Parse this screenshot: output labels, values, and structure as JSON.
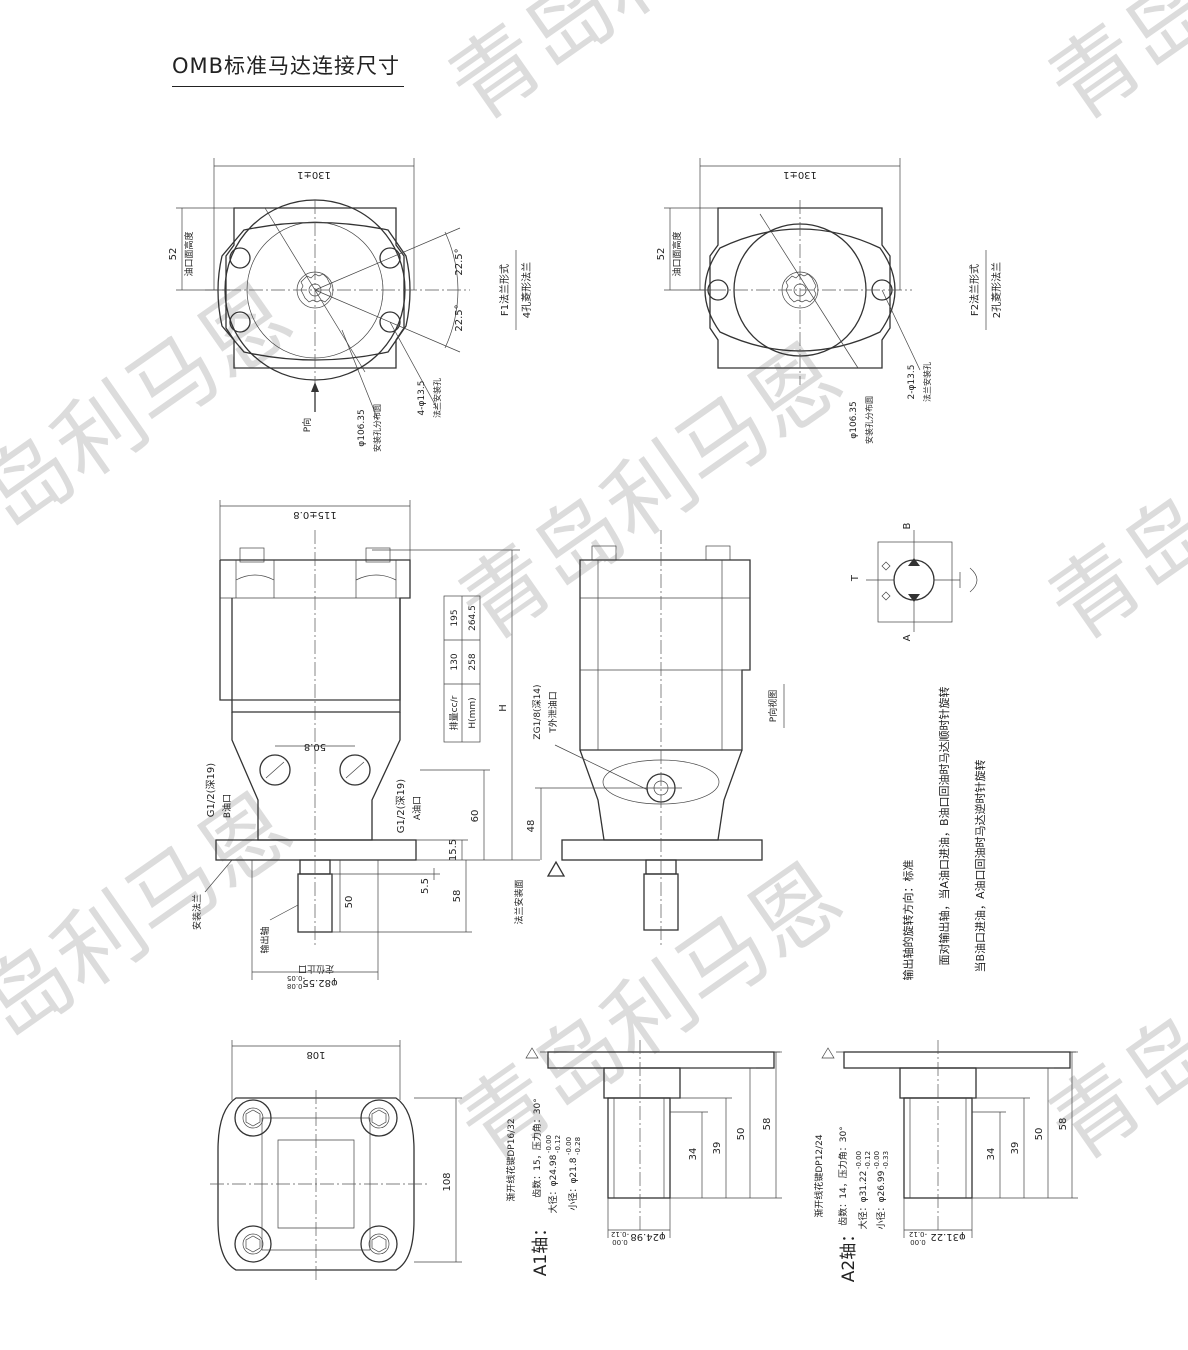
{
  "title": "OMB标准马达连接尺寸",
  "watermark": "青岛利马恩",
  "colors": {
    "line": "#333333",
    "watermark": "#dcdcdc",
    "background": "#ffffff"
  },
  "f1_view": {
    "width_dim": "130±1",
    "height_dim": "52",
    "height_label": "油口面高度",
    "angle_upper": "22.5°",
    "angle_lower": "22.5°",
    "hole_dim": "4-φ13.5",
    "hole_label": "法兰安装孔",
    "pcd_dim": "φ106.35",
    "pcd_label": "安装孔分布圆",
    "p_direction": "P向",
    "flange_type": "F1法兰形式",
    "flange_desc": "4孔菱形法兰"
  },
  "f2_view": {
    "width_dim": "130±1",
    "height_dim": "52",
    "height_label": "油口面高度",
    "hole_dim": "2-φ13.5",
    "hole_label": "法兰安装孔",
    "pcd_dim": "φ106.35",
    "pcd_label": "安装孔分布圆",
    "flange_type": "F2法兰形式",
    "flange_desc": "2孔菱形法兰"
  },
  "side_view": {
    "width_dim": "115±0.8",
    "port_spacing": "50.8",
    "port_b": "G1/2(深19)",
    "port_b_label": "B油口",
    "port_a": "G1/2(深19)",
    "port_a_label": "A油口",
    "dim_h": "H",
    "dim_60": "60",
    "dim_15_5": "15.5",
    "dim_5_5": "5.5",
    "dim_58": "58",
    "dim_50": "50",
    "mount_flange": "安装法兰",
    "output_shaft": "输出轴",
    "pilot_dim": "φ82.55",
    "pilot_tol_upper": "-0.05",
    "pilot_tol_lower": "-0.08",
    "pilot_label": "定位止口",
    "flange_face": "法兰安装面"
  },
  "spec_table": {
    "headers": [
      "排量cc/r",
      "H(mm)"
    ],
    "columns": [
      [
        "130",
        "258"
      ],
      [
        "195",
        "264.5"
      ]
    ]
  },
  "p_view": {
    "t_port": "ZG1/8(深14)",
    "t_port_label": "T外泄油口",
    "dim_48": "48",
    "caption": "P向视图"
  },
  "symbol": {
    "b": "B",
    "a": "A",
    "t": "T"
  },
  "rotation_notes": [
    "输出轴的旋转方向：标准",
    "面对输出轴，当A油口进油，B油口回油时马达顺时针旋转",
    "当B油口进油，A油口回油时马达逆时针旋转"
  ],
  "bottom_view": {
    "width_dim": "108",
    "height_dim": "108"
  },
  "a1_shaft": {
    "name": "A1轴：",
    "spline": "渐开线花键DP16/32",
    "teeth": "齿数：15，压力角：30°",
    "major": "大径：φ24.98",
    "major_tol_upper": "-0.00",
    "major_tol_lower": "-0.12",
    "minor": "小径：φ21.8",
    "minor_tol_upper": "-0.00",
    "minor_tol_lower": "-0.28",
    "dia_dim": "φ24.98",
    "dia_tol": "-0.12",
    "dia_tol2": "0.00",
    "dims": [
      "34",
      "39",
      "50",
      "58"
    ]
  },
  "a2_shaft": {
    "name": "A2轴：",
    "spline": "渐开线花键DP12/24",
    "teeth": "齿数：14，压力角：30°",
    "major": "大径：φ31.22",
    "major_tol_upper": "-0.00",
    "major_tol_lower": "-0.12",
    "minor": "小径：φ26.99",
    "minor_tol_upper": "-0.00",
    "minor_tol_lower": "-0.33",
    "dia_dim": "φ31.22",
    "dia_tol": "-0.12",
    "dia_tol2": "0.00",
    "dims": [
      "34",
      "39",
      "50",
      "58"
    ]
  }
}
